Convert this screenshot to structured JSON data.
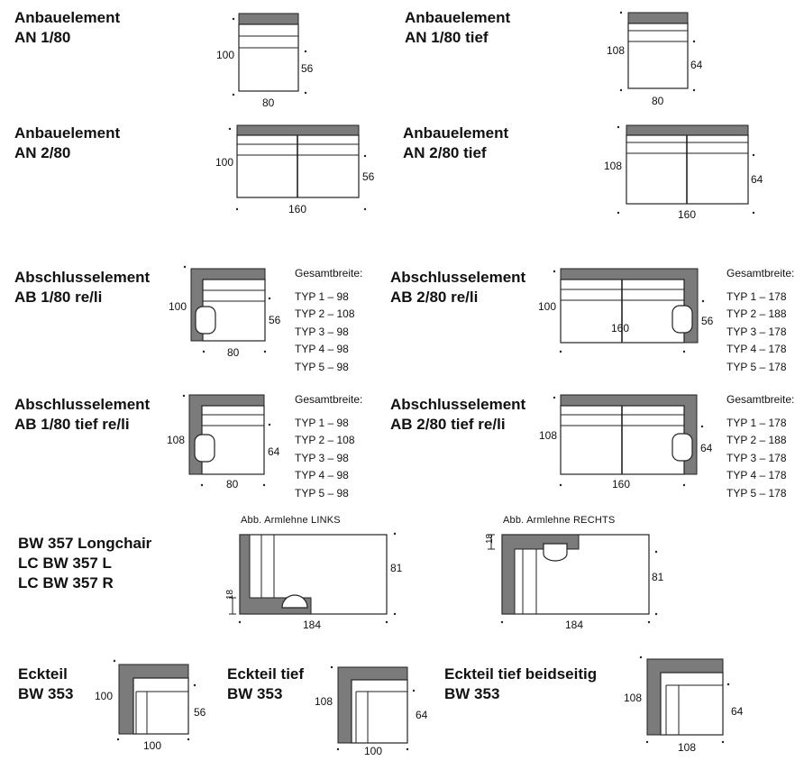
{
  "sections": {
    "an_1_80": {
      "line1": "Anbauelement",
      "line2": "AN 1/80",
      "depth": "100",
      "seat": "56",
      "width": "80"
    },
    "an_1_80_tief": {
      "line1": "Anbauelement",
      "line2": "AN 1/80 tief",
      "depth": "108",
      "seat": "64",
      "width": "80"
    },
    "an_2_80": {
      "line1": "Anbauelement",
      "line2": "AN 2/80",
      "depth": "100",
      "seat": "56",
      "width": "160"
    },
    "an_2_80_tief": {
      "line1": "Anbauelement",
      "line2": "AN 2/80 tief",
      "depth": "108",
      "seat": "64",
      "width": "160"
    },
    "ab_1_80": {
      "line1": "Abschlusselement",
      "line2": "AB 1/80 re/li",
      "depth": "100",
      "seat": "56",
      "width": "80"
    },
    "ab_2_80": {
      "line1": "Abschlusselement",
      "line2": "AB 2/80 re/li",
      "depth": "100",
      "seat": "56",
      "width": "160"
    },
    "ab_1_80_tief": {
      "line1": "Abschlusselement",
      "line2": "AB 1/80 tief re/li",
      "depth": "108",
      "seat": "64",
      "width": "80"
    },
    "ab_2_80_tief": {
      "line1": "Abschlusselement",
      "line2": "AB 2/80 tief re/li",
      "depth": "108",
      "seat": "64",
      "width": "160"
    },
    "longchair": {
      "line1": "BW 357 Longchair",
      "line2": "LC BW 357 L",
      "line3": "LC BW 357 R",
      "links_caption": "Abb. Armlehne  LINKS",
      "rechts_caption": "Abb. Armlehne  RECHTS",
      "depth": "81",
      "width": "184",
      "arm": "18"
    },
    "eckteil": {
      "line1": "Eckteil",
      "line2": "BW 353",
      "depth": "100",
      "seat": "56",
      "width": "100"
    },
    "eckteil_tief": {
      "line1": "Eckteil tief",
      "line2": "BW 353",
      "depth": "108",
      "seat": "64",
      "width": "100"
    },
    "eckteil_tief_beidseitig": {
      "line1": "Eckteil tief beidseitig",
      "line2": "BW 353",
      "depth": "108",
      "seat": "64",
      "width": "108"
    }
  },
  "gesamtbreite": {
    "label": "Gesamtbreite:",
    "ab_1_80": [
      "TYP 1 – 98",
      "TYP 2 – 108",
      "TYP 3 – 98",
      "TYP 4 – 98",
      "TYP 5 – 98"
    ],
    "ab_2_80": [
      "TYP 1 – 178",
      "TYP 2 – 188",
      "TYP 3 – 178",
      "TYP 4 – 178",
      "TYP 5 – 178"
    ],
    "ab_1_80_tief": [
      "TYP 1 – 98",
      "TYP 2 – 108",
      "TYP 3 – 98",
      "TYP 4 – 98",
      "TYP 5 – 98"
    ],
    "ab_2_80_tief": [
      "TYP 1 – 178",
      "TYP 2 – 188",
      "TYP 3 – 178",
      "TYP 4 – 178",
      "TYP 5 – 178"
    ]
  }
}
